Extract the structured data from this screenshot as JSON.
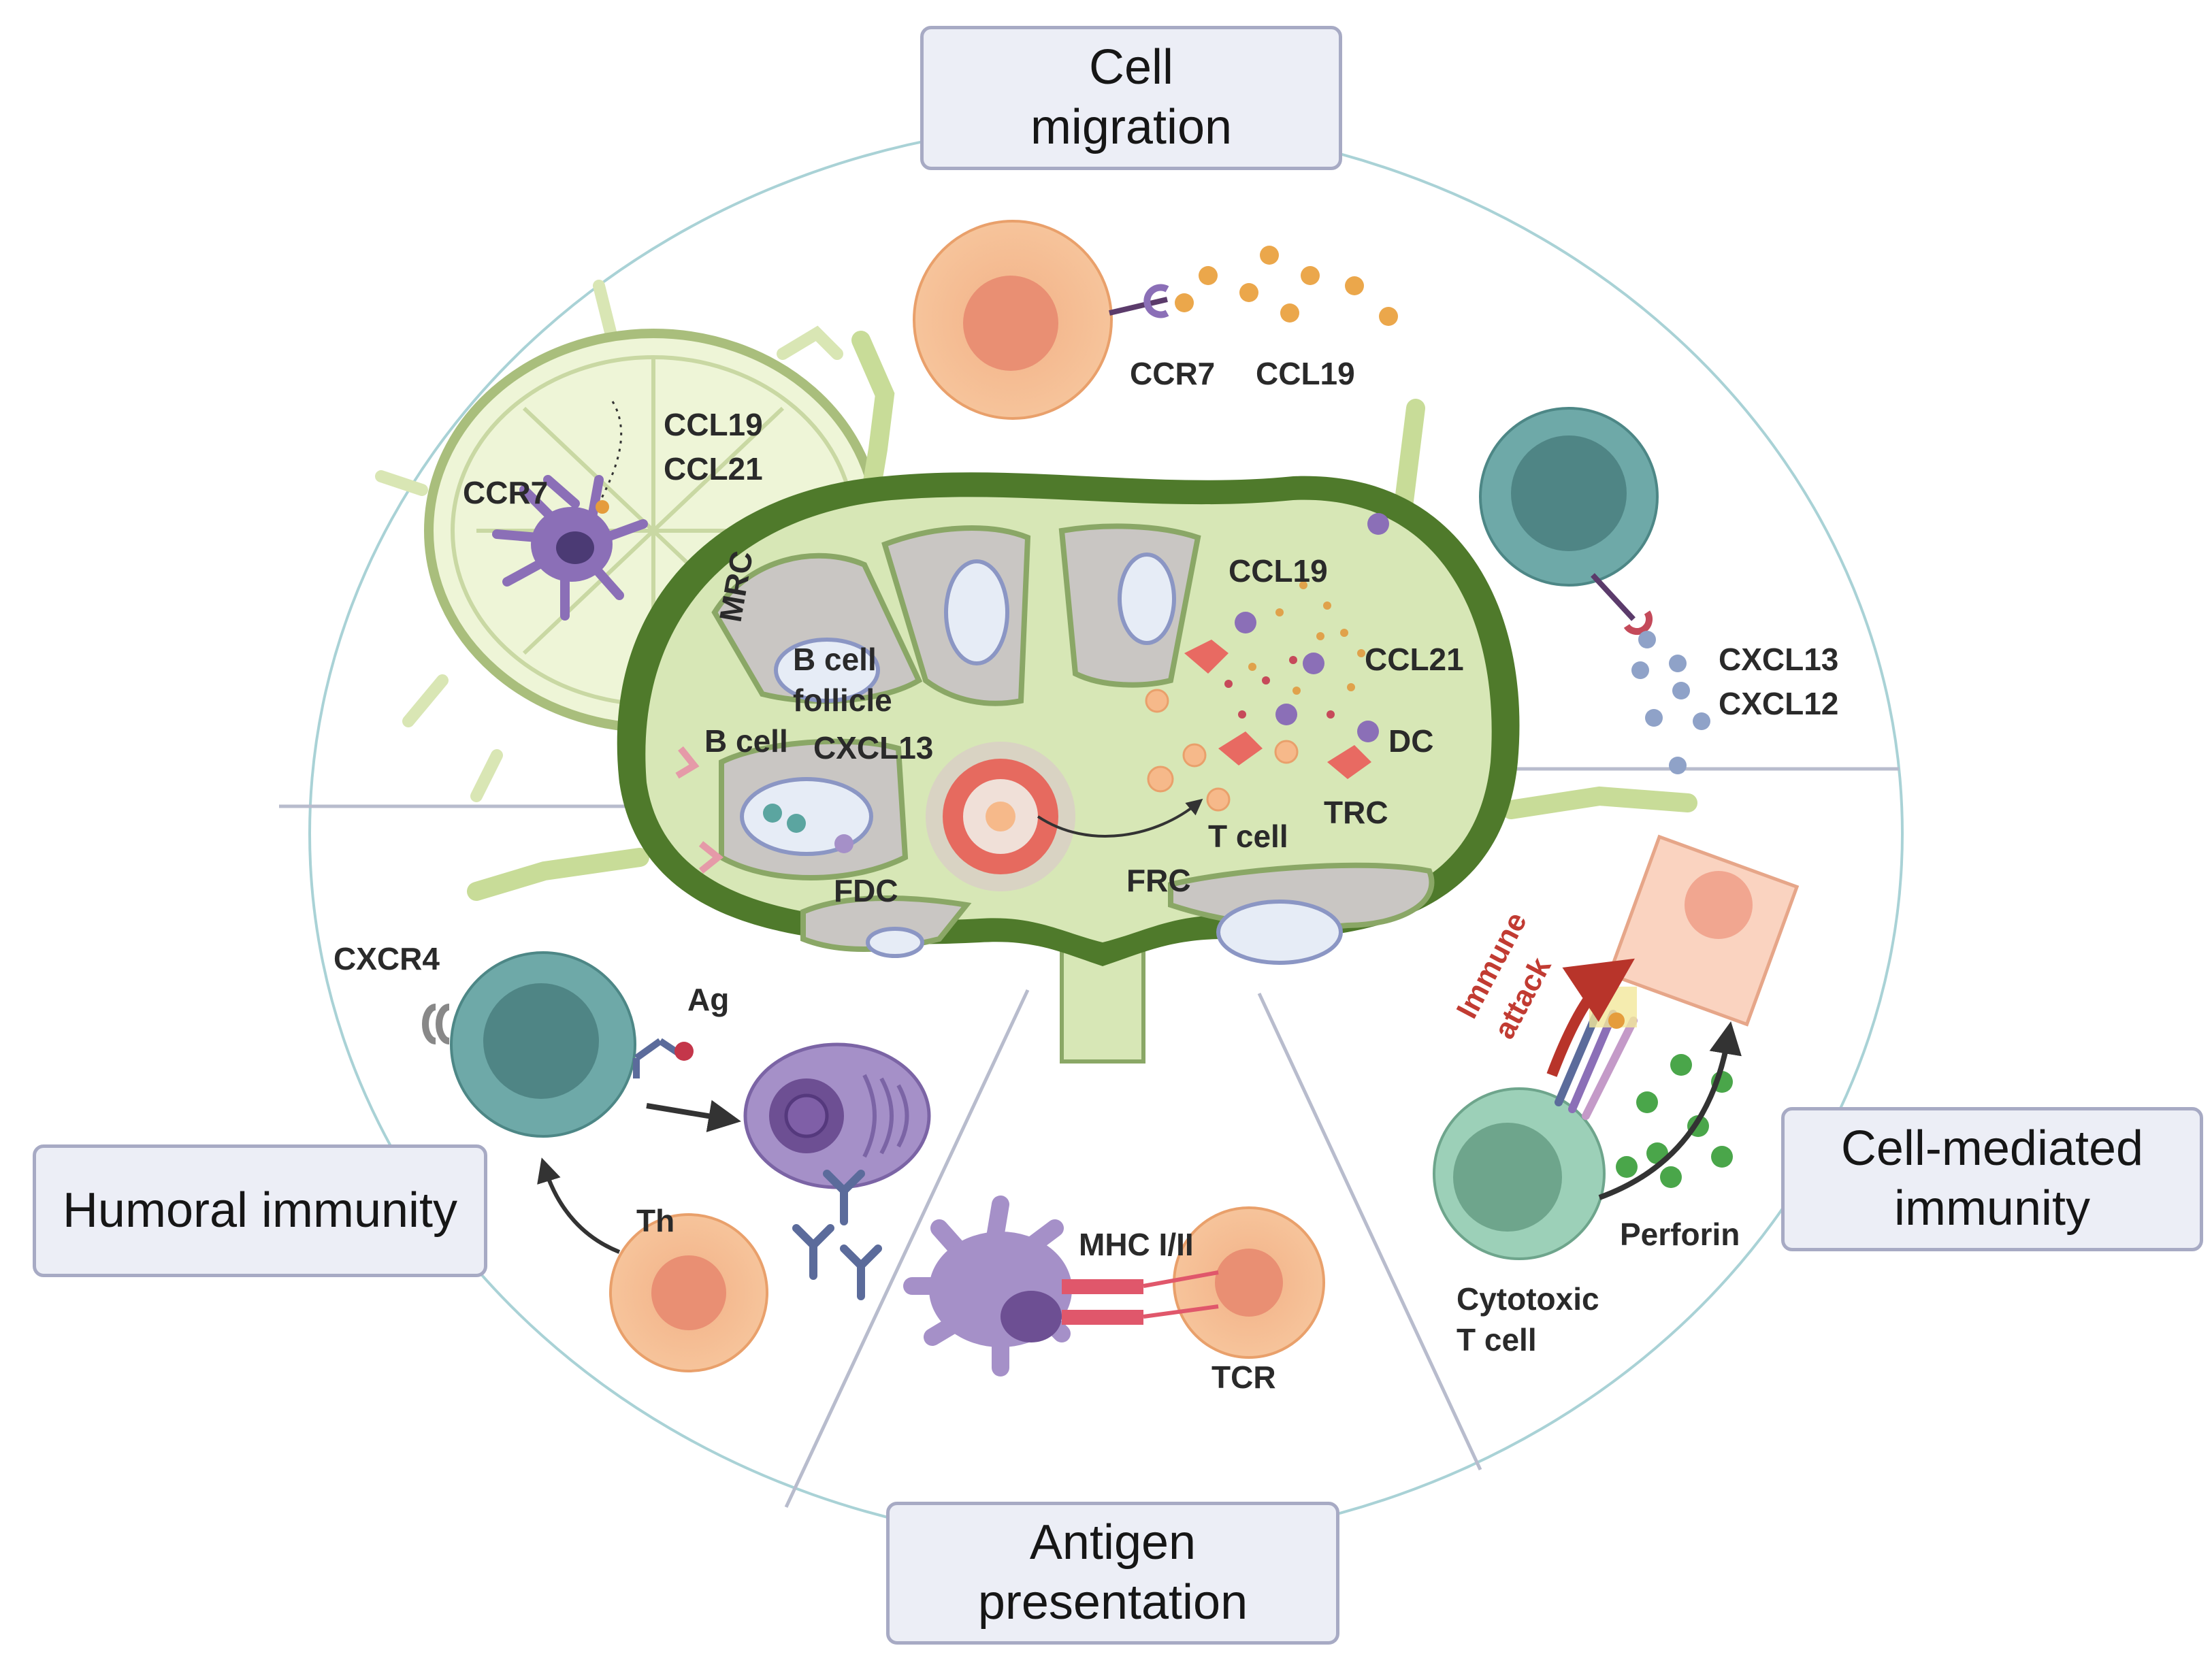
{
  "sections": {
    "cell_migration": [
      "Cell",
      "migration"
    ],
    "humoral_immunity": "Humoral immunity",
    "antigen_presentation": [
      "Antigen",
      "presentation"
    ],
    "cell_mediated_immunity": [
      "Cell-mediated",
      "immunity"
    ]
  },
  "labels": {
    "ccr7_top": "CCR7",
    "ccl19_top": "CCL19",
    "ccr7_left": "CCR7",
    "ccl19_left": "CCL19",
    "ccl21_left": "CCL21",
    "mrc": "MRC",
    "b_cell_follicle": [
      "B cell",
      "follicle"
    ],
    "b_cell": "B cell",
    "cxcl13_node": "CXCL13",
    "fdc": "FDC",
    "frc": "FRC",
    "t_cell": "T cell",
    "trc": "TRC",
    "dc": "DC",
    "ccl19_node": "CCL19",
    "ccl21_node": "CCL21",
    "cxcl13_right": "CXCL13",
    "cxcl12_right": "CXCL12",
    "cxcr4": "CXCR4",
    "ag": "Ag",
    "th": "Th",
    "mhc": "MHC I/II",
    "tcr": "TCR",
    "immune_attack": [
      "Immune",
      "attack"
    ],
    "perforin": "Perforin",
    "cytotoxic_t_cell": [
      "Cytotoxic",
      "T cell"
    ]
  },
  "colors": {
    "node_capsule": "#4f7a2b",
    "node_fill": "#d7e7b6",
    "lobule": "#c9c6c3",
    "t_cell": "#f6b98a",
    "b_cell": "#6ea9a8",
    "dendritic": "#a590c8",
    "chemokine": "#eba74b",
    "cxcl": "#8fa2c8",
    "perforin": "#4aa64a",
    "box_border": "#a7aac4"
  }
}
